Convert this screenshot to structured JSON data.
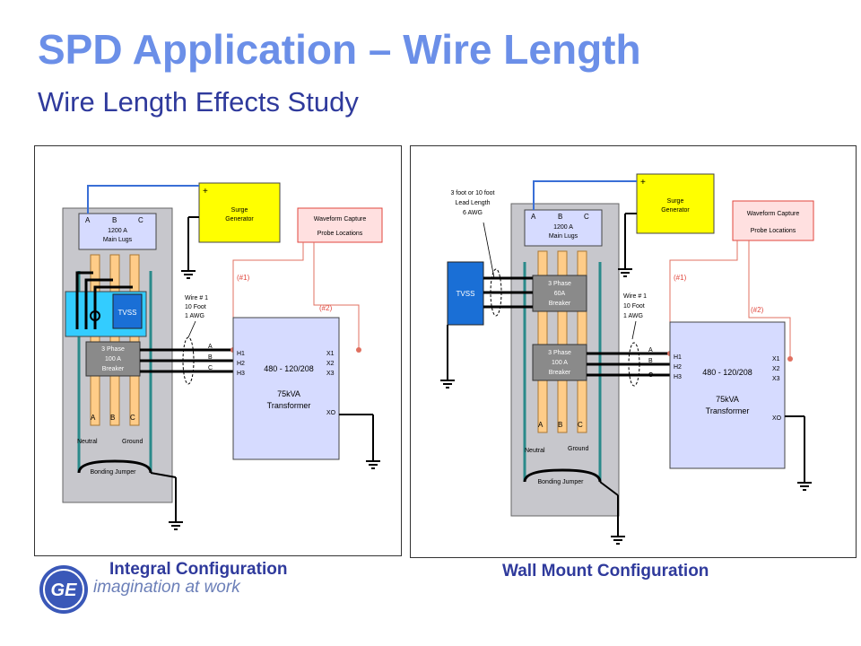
{
  "header": {
    "title": "SPD Application – Wire Length",
    "subtitle": "Wire Length Effects Study"
  },
  "captions": {
    "left": "Integral Configuration",
    "right": "Wall Mount Configuration"
  },
  "logo": {
    "monogram": "GE",
    "tagline": "imagination at work"
  },
  "colors": {
    "title": "#6b8fe8",
    "subtitle": "#2f3a9c",
    "panel_fill": "#c7c7cc",
    "main_lugs_fill": "#d6dbff",
    "transformer_fill": "#d6dbff",
    "surge_fill": "#ffff00",
    "probe_fill": "#ffe0e0",
    "probe_border": "#e0463c",
    "tvss_fill": "#1a6fd6",
    "tvss_left_bg": "#33ccff",
    "breaker_fill": "#8a8a8a",
    "busbar": "#ffcc88",
    "wire_blue": "#3a6fd6",
    "wire_red": "#e07060"
  },
  "left": {
    "main_lugs": {
      "phases": [
        "A",
        "B",
        "C"
      ],
      "rating": "1200 A",
      "label": "Main Lugs"
    },
    "surge": {
      "plus": "+",
      "line1": "Surge",
      "line2": "Generator"
    },
    "probe": {
      "line1": "Waveform Capture",
      "line2": "Probe Locations"
    },
    "probe1": "(#1)",
    "probe2": "(#2)",
    "tvss": "TVSS",
    "wire": {
      "line1": "Wire # 1",
      "line2": "10 Foot",
      "line3": "1 AWG"
    },
    "breaker": {
      "line1": "3 Phase",
      "line2": "100 A",
      "line3": "Breaker"
    },
    "abc": [
      "A",
      "B",
      "C"
    ],
    "bottom_phases": [
      "A",
      "B",
      "C"
    ],
    "neutral": "Neutral",
    "ground": "Ground",
    "bonding": "Bonding Jumper",
    "transformer": {
      "h": [
        "H1",
        "H2",
        "H3"
      ],
      "x": [
        "X1",
        "X2",
        "X3"
      ],
      "xo": "XO",
      "ratio": "480 - 120/208",
      "kva": "75kVA",
      "name": "Transformer"
    }
  },
  "right": {
    "lead": {
      "line1": "3 foot or 10 foot",
      "line2": "Lead Length",
      "line3": "6 AWG"
    },
    "main_lugs": {
      "phases": [
        "A",
        "B",
        "C"
      ],
      "rating": "1200 A",
      "label": "Main Lugs"
    },
    "surge": {
      "plus": "+",
      "line1": "Surge",
      "line2": "Generator"
    },
    "probe": {
      "line1": "Waveform Capture",
      "line2": "Probe Locations"
    },
    "probe1": "(#1)",
    "probe2": "(#2)",
    "tvss": "TVSS",
    "breaker60": {
      "line1": "3 Phase",
      "line2": "60A",
      "line3": "Breaker"
    },
    "breaker100": {
      "line1": "3 Phase",
      "line2": "100 A",
      "line3": "Breaker"
    },
    "wire": {
      "line1": "Wire # 1",
      "line2": "10 Foot",
      "line3": "1 AWG"
    },
    "abc": [
      "A",
      "B",
      "C"
    ],
    "bottom_phases": [
      "A",
      "B",
      "C"
    ],
    "neutral": "Neutral",
    "ground": "Ground",
    "bonding": "Bonding Jumper",
    "transformer": {
      "h": [
        "H1",
        "H2",
        "H3"
      ],
      "x": [
        "X1",
        "X2",
        "X3"
      ],
      "xo": "XO",
      "ratio": "480 - 120/208",
      "kva": "75kVA",
      "name": "Transformer"
    }
  }
}
